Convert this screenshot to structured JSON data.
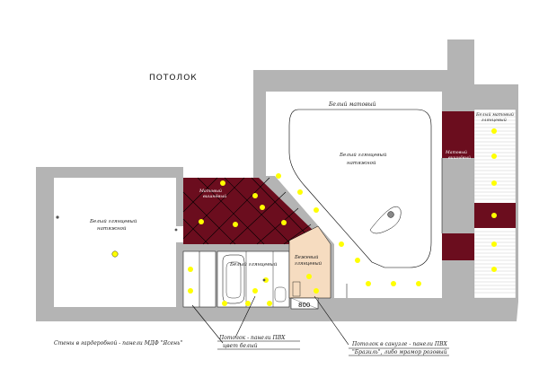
{
  "title": "ПОТОЛОК",
  "colors": {
    "wall": "#b4b4b4",
    "maroon": "#6b0d1e",
    "beige": "#f6dcc0",
    "lamp": "#ffff00",
    "line": "#000000"
  },
  "labels": {
    "large_room_matte": "Белый матовый",
    "large_room_center_1": "Белый глянцевый",
    "large_room_center_2": "натяжной",
    "left_room_1": "Белый глянцевый",
    "left_room_2": "натяжной",
    "maroon_left_1": "Матовый",
    "maroon_left_2": "вишнёвый",
    "maroon_right_1": "Матовый",
    "maroon_right_2": "вишнёвый",
    "white_matte_right_1": "Белый матовый",
    "white_matte_right_2": "глянцевый",
    "bath_label": "Белый глянцевый",
    "beige_1": "Бежевый",
    "beige_2": "глянцевый",
    "size_800": "800",
    "note_walls": "Стены в гардеробной - панели МДФ \"Ясень\"",
    "note_pvc_1": "Потолок - панели ПВХ",
    "note_pvc_2": "цвет белый",
    "note_bath_1": "Потолок в санузле - панели ПВХ",
    "note_bath_2": "\"Бразиль\", либо мрамор розовый"
  }
}
